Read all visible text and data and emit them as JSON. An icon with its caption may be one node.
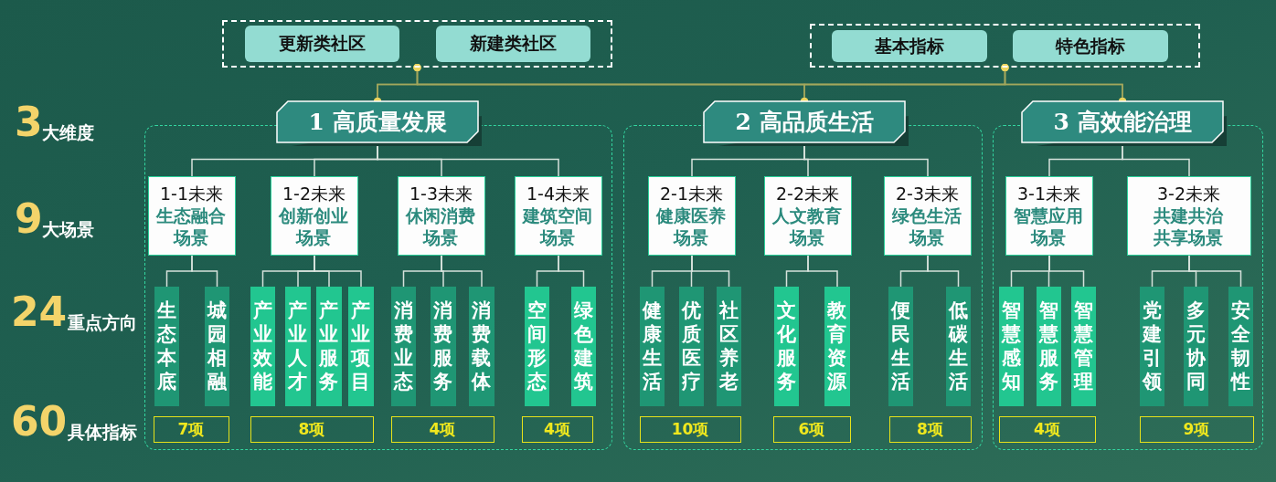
{
  "diagram": {
    "nodes": [
      {
        "text": [],
        "shape": "box"
      },
      {
        "text": [
          "更新类社区"
        ],
        "in": 0
      },
      {
        "text": [
          "新建类社区"
        ],
        "in": 0
      },
      {
        "text": [],
        "shape": "box"
      },
      {
        "text": [
          "基本指标"
        ],
        "in": 3
      },
      {
        "text": [
          "特色指标"
        ],
        "in": 3
      },
      {
        "text": [],
        "shape": "box"
      },
      {
        "text": [
          "1 高质量发展"
        ]
      },
      {
        "text": [
          "1-1未来",
          "生态融合场景"
        ],
        "in": 6
      },
      {
        "text": [
          "1-2未来",
          "创新创业场景"
        ],
        "in": 6
      },
      {
        "text": [
          "1-3未来",
          "休闲消费场景"
        ],
        "in": 6
      },
      {
        "text": [
          "1-4未来",
          "建筑空间场景"
        ],
        "in": 6
      },
      {
        "text": [
          "生态本底"
        ],
        "in": 6
      },
      {
        "text": [
          "城园相融"
        ],
        "in": 6
      },
      {
        "text": [
          "产业效能"
        ],
        "in": 6
      },
      {
        "text": [
          "产业人才"
        ],
        "in": 6
      },
      {
        "text": [
          "产业服务"
        ],
        "in": 6
      },
      {
        "text": [
          "产业项目"
        ],
        "in": 6
      },
      {
        "text": [
          "消费业态"
        ],
        "in": 6
      },
      {
        "text": [
          "消费服务"
        ],
        "in": 6
      },
      {
        "text": [
          "消费载体"
        ],
        "in": 6
      },
      {
        "text": [
          "空间形态"
        ],
        "in": 6
      },
      {
        "text": [
          "绿色建筑"
        ],
        "in": 6
      },
      {
        "text": [
          "7项"
        ],
        "in": 6
      },
      {
        "text": [
          "8项"
        ],
        "in": 6
      },
      {
        "text": [
          "4项"
        ],
        "in": 6
      },
      {
        "text": [
          "4项"
        ],
        "in": 6
      },
      {
        "text": [],
        "shape": "box"
      },
      {
        "text": [
          "2 高品质生活"
        ]
      },
      {
        "text": [
          "2-1未来",
          "健康医养场景"
        ],
        "in": 27
      },
      {
        "text": [
          "2-2未来",
          "人文教育场景"
        ],
        "in": 27
      },
      {
        "text": [
          "2-3未来",
          "绿色生活场景"
        ],
        "in": 27
      },
      {
        "text": [
          "健康生活"
        ],
        "in": 27
      },
      {
        "text": [
          "优质医疗"
        ],
        "in": 27
      },
      {
        "text": [
          "社区养老"
        ],
        "in": 27
      },
      {
        "text": [
          "文化服务"
        ],
        "in": 27
      },
      {
        "text": [
          "教育资源"
        ],
        "in": 27
      },
      {
        "text": [
          "便民生活"
        ],
        "in": 27
      },
      {
        "text": [
          "低碳生活"
        ],
        "in": 27
      },
      {
        "text": [
          "10项"
        ],
        "in": 27
      },
      {
        "text": [
          "6项"
        ],
        "in": 27
      },
      {
        "text": [
          "8项"
        ],
        "in": 27
      },
      {
        "text": [],
        "shape": "box"
      },
      {
        "text": [
          "3 高效能治理"
        ]
      },
      {
        "text": [
          "3-1未来",
          "智慧应用场景"
        ],
        "in": 42
      },
      {
        "text": [
          "3-2未来",
          "共建共治共享场景"
        ],
        "in": 42
      },
      {
        "text": [
          "智慧感知"
        ],
        "in": 42
      },
      {
        "text": [
          "智慧服务"
        ],
        "in": 42
      },
      {
        "text": [
          "智慧管理"
        ],
        "in": 42
      },
      {
        "text": [
          "党建引领"
        ],
        "in": 42
      },
      {
        "text": [
          "多元协同"
        ],
        "in": 42
      },
      {
        "text": [
          "安全韧性"
        ],
        "in": 42
      },
      {
        "text": [
          "4项"
        ],
        "in": 42
      },
      {
        "text": [
          "9项"
        ],
        "in": 42
      }
    ],
    "edges": [
      {
        "from": 0,
        "to": 7,
        "arrow": "other",
        "color": "#a3a75c"
      },
      {
        "from": 0,
        "to": 28,
        "arrow": "other",
        "color": "#a3a75c"
      },
      {
        "from": 0,
        "to": 43,
        "arrow": "other",
        "color": "#a3a75c"
      },
      {
        "from": 3,
        "to": 7,
        "arrow": "other",
        "color": "#a3a75c"
      },
      {
        "from": 3,
        "to": 28,
        "arrow": "other",
        "color": "#a3a75c"
      },
      {
        "from": 3,
        "to": 43,
        "arrow": "other",
        "color": "#a3a75c"
      },
      {
        "from": 7,
        "to": 8,
        "arrow": "none"
      },
      {
        "from": 7,
        "to": 9,
        "arrow": "none"
      },
      {
        "from": 7,
        "to": 10,
        "arrow": "none"
      },
      {
        "from": 7,
        "to": 11,
        "arrow": "none"
      },
      {
        "from": 8,
        "to": 12,
        "arrow": "none"
      },
      {
        "from": 8,
        "to": 13,
        "arrow": "none"
      },
      {
        "from": 9,
        "to": 14,
        "arrow": "none"
      },
      {
        "from": 9,
        "to": 15,
        "arrow": "none"
      },
      {
        "from": 9,
        "to": 16,
        "arrow": "none"
      },
      {
        "from": 9,
        "to": 17,
        "arrow": "none"
      },
      {
        "from": 10,
        "to": 18,
        "arrow": "none"
      },
      {
        "from": 10,
        "to": 19,
        "arrow": "none"
      },
      {
        "from": 10,
        "to": 20,
        "arrow": "none"
      },
      {
        "from": 11,
        "to": 21,
        "arrow": "none"
      },
      {
        "from": 11,
        "to": 22,
        "arrow": "none"
      },
      {
        "from": 28,
        "to": 29,
        "arrow": "none"
      },
      {
        "from": 28,
        "to": 30,
        "arrow": "none"
      },
      {
        "from": 28,
        "to": 31,
        "arrow": "none"
      },
      {
        "from": 29,
        "to": 32,
        "arrow": "none"
      },
      {
        "from": 29,
        "to": 33,
        "arrow": "none"
      },
      {
        "from": 29,
        "to": 34,
        "arrow": "none"
      },
      {
        "from": 30,
        "to": 35,
        "arrow": "none"
      },
      {
        "from": 30,
        "to": 36,
        "arrow": "none"
      },
      {
        "from": 31,
        "to": 37,
        "arrow": "none"
      },
      {
        "from": 31,
        "to": 38,
        "arrow": "none"
      },
      {
        "from": 43,
        "to": 44,
        "arrow": "none"
      },
      {
        "from": 43,
        "to": 45,
        "arrow": "none"
      },
      {
        "from": 44,
        "to": 46,
        "arrow": "none"
      },
      {
        "from": 44,
        "to": 47,
        "arrow": "none"
      },
      {
        "from": 44,
        "to": 48,
        "arrow": "none"
      },
      {
        "from": 45,
        "to": 49,
        "arrow": "none"
      },
      {
        "from": 45,
        "to": 50,
        "arrow": "none"
      },
      {
        "from": 45,
        "to": 51,
        "arrow": "none"
      }
    ],
    "labels": [
      "3",
      "大维度",
      "9",
      "大场景",
      "24",
      "重点方向",
      "60",
      "具体指标"
    ]
  }
}
